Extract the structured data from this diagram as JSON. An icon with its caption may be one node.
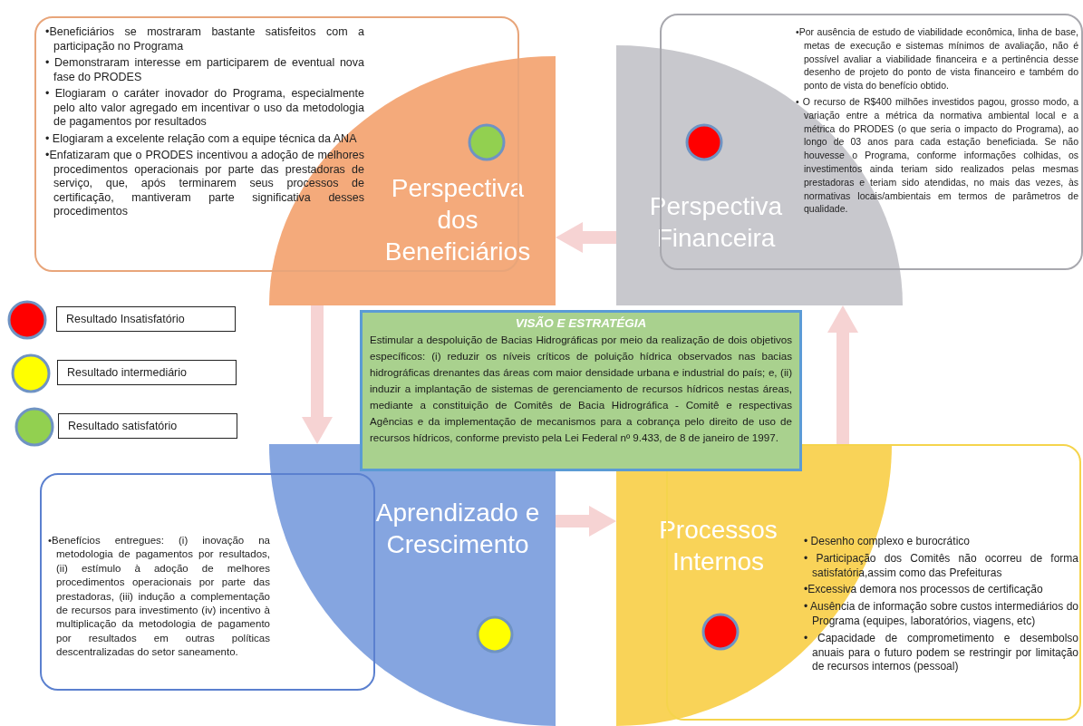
{
  "diagram": {
    "nodes": [
      {
        "text": [
          "Perspectiva dos Beneficiários"
        ]
      },
      {
        "text": [
          "•Beneficiários se mostraram bastante satisfeitos com a participação no Programa",
          "• Demonstraram interesse em participarem de eventual nova fase do PRODES",
          "• Elogiaram o caráter inovador do Programa, especialmente pelo alto valor agregado em incentivar o uso da metodologia de pagamentos por resultados",
          "• Elogiaram a excelente relação com a equipe técnica da ANA",
          "•Enfatizaram que o PRODES incentivou a adoção de melhores procedimentos operacionais por parte das prestadoras de serviço, que, após terminarem seus processos de certificação, mantiveram parte significativa desses procedimentos"
        ]
      },
      {
        "text": [
          "Perspectiva Financeira"
        ]
      },
      {
        "text": [
          "•Por ausência de estudo de viabilidade econômica, linha de base, metas de execução e sistemas mínimos de avaliação, não é possível avaliar a viabilidade financeira e a pertinência desse desenho de projeto do ponto de vista financeiro e também do ponto de vista do benefício obtido.",
          "• O recurso de R$400 milhões investidos pagou, grosso modo, a variação entre a métrica da normativa ambiental local e a métrica do PRODES (o que seria o impacto do Programa), ao longo de 03 anos para cada estação beneficiada. Se não houvesse o Programa, conforme informações colhidas, os investimentos ainda teriam sido realizados pelas mesmas prestadoras e teriam sido atendidas, no mais das vezes, às normativas locais/ambientais em termos de parâmetros de qualidade."
        ]
      },
      {
        "text": [
          "Aprendizado e Crescimento"
        ]
      },
      {
        "text": [
          "•Benefícios entregues: (i) inovação na metodologia de pagamentos por resultados, (ii) estímulo à adoção de melhores procedimentos operacionais por parte das prestadoras, (iii) indução a complementação de recursos para investimento (iv) incentivo à multiplicação da metodologia de pagamento por resultados em outras políticas descentralizadas do setor saneamento."
        ]
      },
      {
        "text": [
          "Processos Internos"
        ]
      },
      {
        "text": [
          "• Desenho complexo e burocrático",
          "• Participação dos Comitês não ocorreu de forma satisfatória,assim como das Prefeituras",
          "•Excessiva demora nos processos de certificação",
          "• Ausência de informação sobre custos intermediários do Programa (equipes, laboratórios, viagens, etc)",
          "• Capacidade de comprometimento e desembolso anuais para o futuro podem se restringir por limitação de recursos internos (pessoal)"
        ]
      },
      {
        "text": [
          "VISÃO E ESTRATÉGIA",
          "Estimular a despoluição de Bacias Hidrográficas por meio da realização de dois objetivos específicos: (i) reduzir os níveis críticos de poluição hídrica observados nas bacias hidrográficas drenantes das áreas com maior densidade urbana e industrial do país; e, (ii) induzir a implantação de sistemas de gerenciamento de recursos hídricos nestas áreas, mediante a constituição de Comitês de Bacia Hidrográfica - Comitê e respectivas Agências e da implementação de mecanismos para a cobrança pelo direito de uso de recursos hídricos, conforme previsto pela Lei Federal nº 9.433, de 8 de janeiro de 1997."
        ]
      }
    ],
    "edges": [
      {
        "from": 2,
        "to": 0,
        "arrow": "to"
      },
      {
        "from": 0,
        "to": 4,
        "arrow": "to"
      },
      {
        "from": 4,
        "to": 6,
        "arrow": "to"
      },
      {
        "from": 6,
        "to": 2,
        "arrow": "to"
      }
    ],
    "legend": [
      {
        "text": "Resultado Insatisfatório",
        "color": "#ff0000"
      },
      {
        "text": "Resultado intermediário",
        "color": "#ffff00"
      },
      {
        "text": "Resultado satisfatório",
        "color": "#92d050"
      }
    ]
  }
}
